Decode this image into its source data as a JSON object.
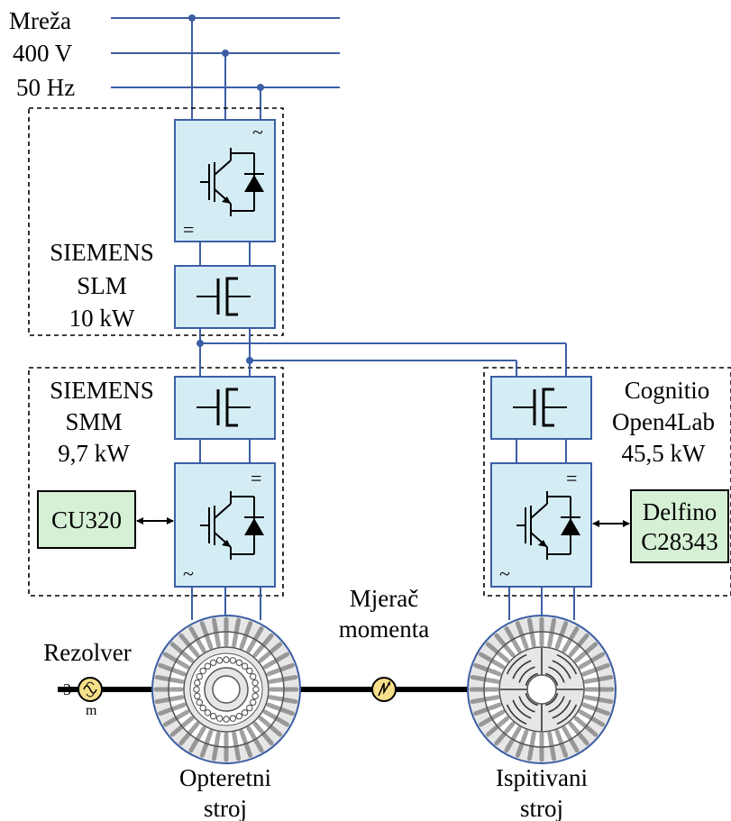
{
  "grid": {
    "line1": "Mreža",
    "line2": "400 V",
    "line3": "50 Hz"
  },
  "slm": {
    "name1": "SIEMENS",
    "name2": "SLM",
    "power": "10 kW"
  },
  "smm": {
    "name1": "SIEMENS",
    "name2": "SMM",
    "power": "9,7 kW",
    "controller": "CU320"
  },
  "open4lab": {
    "name1": "Cognitio",
    "name2": "Open4Lab",
    "power": "45,5 kW",
    "controller1": "Delfino",
    "controller2": "C28343"
  },
  "resolver": {
    "label": "Rezolver"
  },
  "torque_meter": {
    "line1": "Mjerač",
    "line2": "momenta"
  },
  "load_machine": {
    "line1": "Opteretni",
    "line2": "stroj"
  },
  "test_machine": {
    "line1": "Ispitivani",
    "line2": "stroj"
  },
  "colors": {
    "wire": "#3b5ea5",
    "module_fill": "#d4edf4",
    "controller_fill": "#d6f0d6",
    "sensor_fill": "#f7e08a"
  },
  "symbols": {
    "ac": "~",
    "dc": "="
  }
}
